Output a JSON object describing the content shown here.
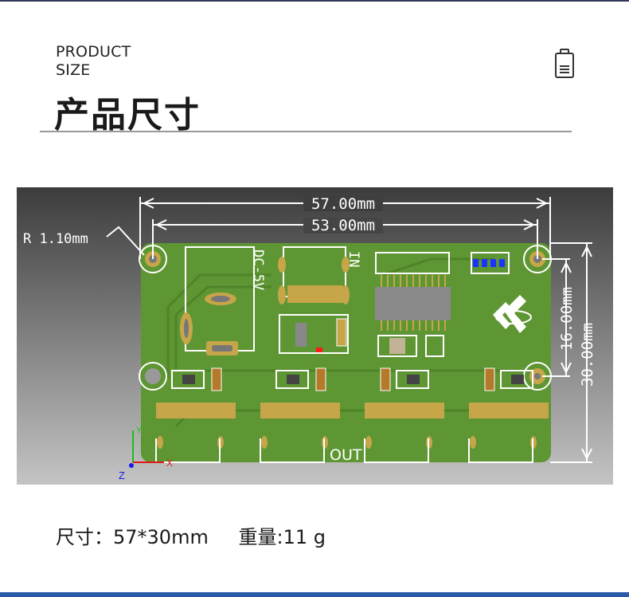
{
  "header": {
    "title_en_line1": "PRODUCT",
    "title_en_line2": "SIZE",
    "title_cn": "产品尺寸",
    "icon": "battery-icon"
  },
  "drawing": {
    "dim_outer_width": "57.00mm",
    "dim_hole_width": "53.00mm",
    "dim_radius": "R 1.10mm",
    "dim_hole_height": "16.00mm",
    "dim_outer_height": "30.00mm",
    "label_dc": "DC-5V",
    "label_in": "IN",
    "label_out": "OUT",
    "axis_x": "X",
    "axis_y": "Y",
    "axis_z": "Z",
    "board_color": "#5e9633"
  },
  "specs": {
    "size": "尺寸：57*30mm",
    "weight": "重量:11 g"
  }
}
